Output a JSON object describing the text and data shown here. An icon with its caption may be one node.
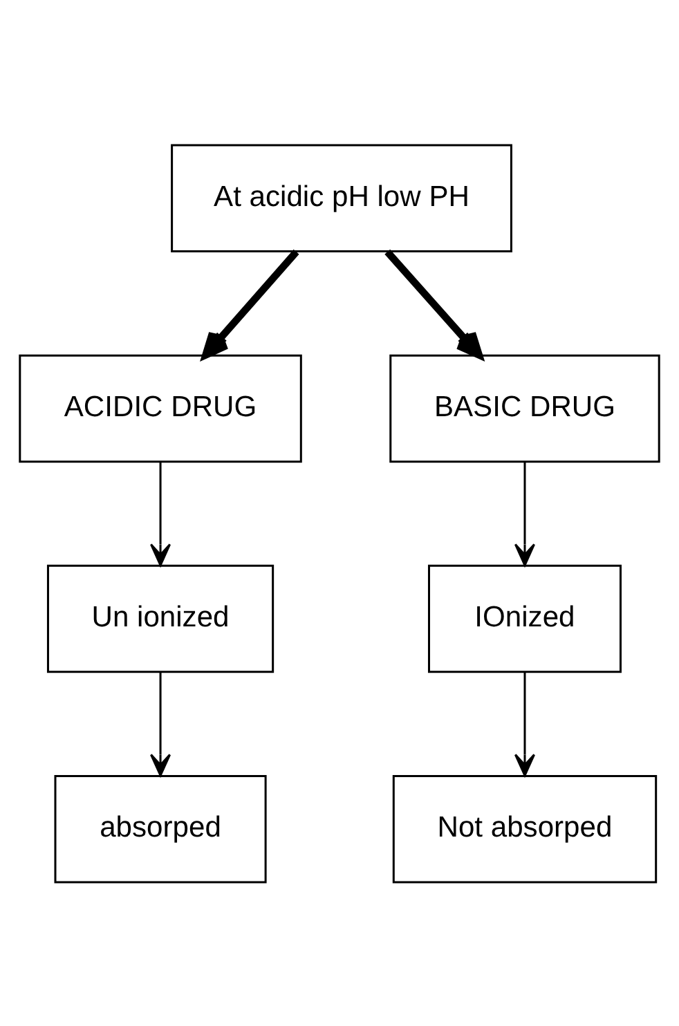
{
  "diagram": {
    "nodes": [
      {
        "text": [
          "At acidic pH low PH"
        ]
      },
      {
        "text": [
          "ACIDIC DRUG"
        ]
      },
      {
        "text": [
          "BASIC DRUG"
        ]
      },
      {
        "text": [
          "Un ionized"
        ]
      },
      {
        "text": [
          "IOnized"
        ]
      },
      {
        "text": [
          "absorped"
        ]
      },
      {
        "text": [
          "Not absorped"
        ]
      }
    ],
    "edges": [
      {
        "from": 0,
        "to": 1,
        "arrow": "to",
        "style": "thick"
      },
      {
        "from": 0,
        "to": 2,
        "arrow": "to",
        "style": "thick"
      },
      {
        "from": 1,
        "to": 3,
        "arrow": "to"
      },
      {
        "from": 2,
        "to": 4,
        "arrow": "to"
      },
      {
        "from": 3,
        "to": 5,
        "arrow": "to"
      },
      {
        "from": 4,
        "to": 6,
        "arrow": "to"
      }
    ]
  }
}
